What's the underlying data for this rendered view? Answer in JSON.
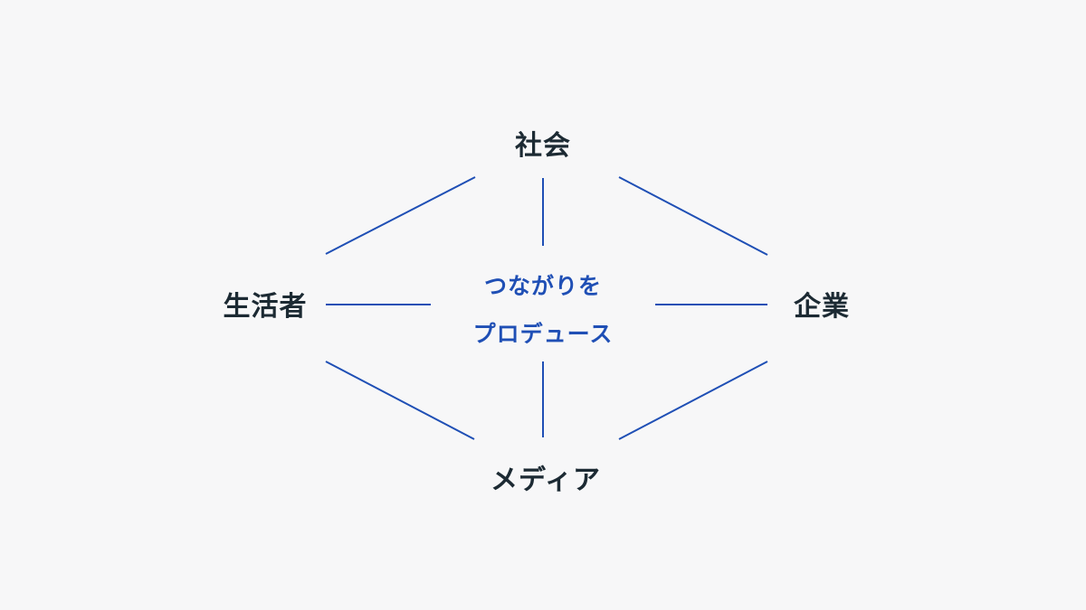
{
  "nodes": {
    "top": "社会",
    "left": "生活者",
    "right": "企業",
    "bottom": "メディア"
  },
  "center": {
    "line1": "つながりを",
    "line2": "プロデュース"
  },
  "colors": {
    "line": "#1f4fb5",
    "text": "#1c2a33",
    "accent": "#1f4fb5",
    "background": "#f7f7f8"
  }
}
